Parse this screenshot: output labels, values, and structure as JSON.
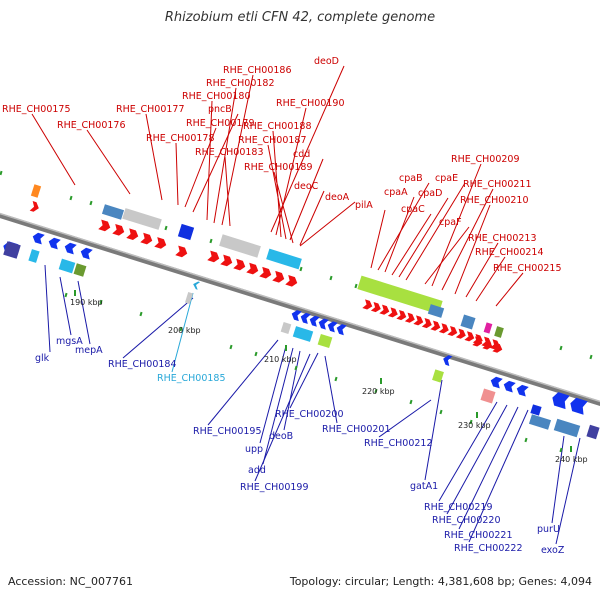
{
  "title": "Rhizobium etli CFN 42, complete genome",
  "footer": {
    "accession": "Accession: NC_007761",
    "summary": "Topology: circular; Length: 4,381,608 bp; Genes: 4,094"
  },
  "colors": {
    "top_label": "#cc0000",
    "bottom_label": "#1a1aa8",
    "highlight_label": "#29a8d8",
    "forward_gene": "#ee1111",
    "reverse_gene": "#1133ee",
    "backbone": "#808080"
  },
  "ticks": [
    "190 kbp",
    "200 kbp",
    "210 kbp",
    "220 kbp",
    "230 kbp",
    "240 kbp"
  ],
  "top_labels": [
    "RHE_CH00175",
    "RHE_CH00176",
    "RHE_CH00177",
    "RHE_CH00178",
    "RHE_CH00179",
    "pncB",
    "RHE_CH00180",
    "RHE_CH00182",
    "RHE_CH00186",
    "deoD",
    "RHE_CH00190",
    "RHE_CH00188",
    "RHE_CH00187",
    "RHE_CH00183",
    "cdd",
    "RHE_CH00189",
    "deoC",
    "deoA",
    "pilA",
    "cpaB",
    "cpaA",
    "cpaC",
    "cpaD",
    "cpaE",
    "cpaF",
    "RHE_CH00209",
    "RHE_CH00211",
    "RHE_CH00210",
    "RHE_CH00213",
    "RHE_CH00214",
    "RHE_CH00215"
  ],
  "bottom_labels": [
    "mgsA",
    "glk",
    "mepA",
    "RHE_CH00184",
    "RHE_CH00185",
    "RHE_CH00195",
    "upp",
    "add",
    "deoB",
    "RHE_CH00200",
    "RHE_CH00199",
    "RHE_CH00201",
    "RHE_CH00212",
    "gatA1",
    "RHE_CH00219",
    "RHE_CH00220",
    "RHE_CH00221",
    "RHE_CH00222",
    "purU",
    "exoZ"
  ]
}
